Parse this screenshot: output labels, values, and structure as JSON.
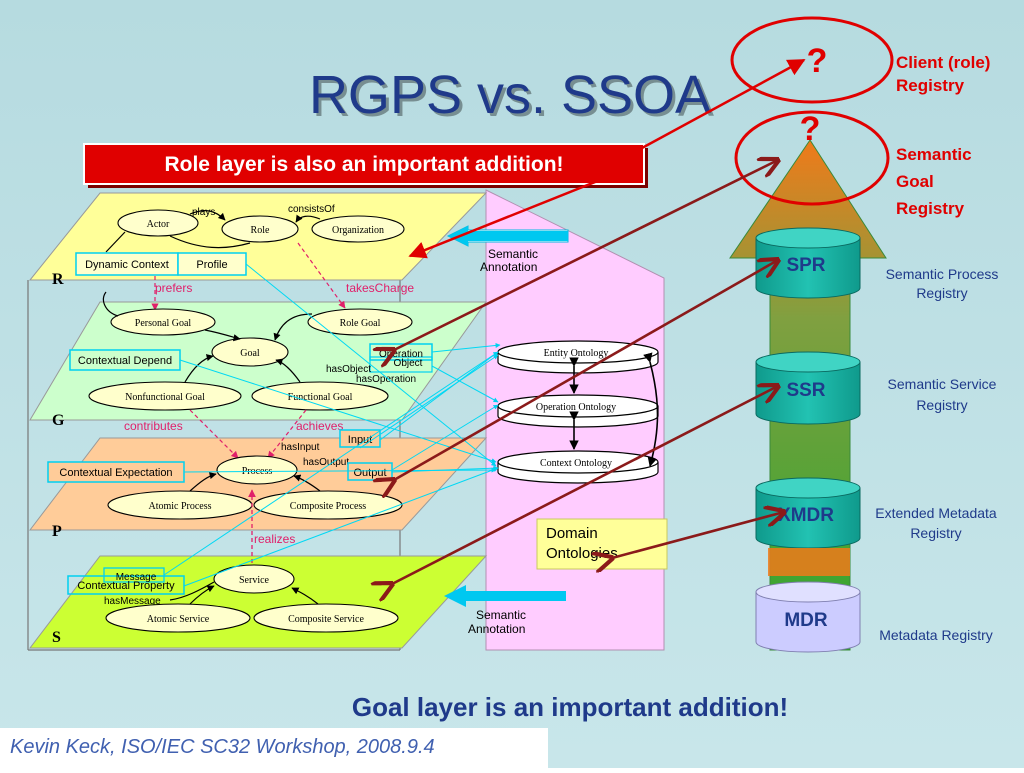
{
  "slide": {
    "title": "RGPS vs. SSOA",
    "role_callout": "Role layer is also an important addition!",
    "goal_callout": "Goal layer is an important addition!",
    "footer": "Kevin Keck, ISO/IEC SC32 Workshop, 2008.9.4"
  },
  "colors": {
    "background": "#bcdde2",
    "title": "#1f3a8a",
    "accent_red": "#e00000",
    "callout_bg": "#e00000",
    "layer_r": "#ffff99",
    "layer_g": "#ccffcc",
    "layer_p": "#ffcc99",
    "layer_s": "#ccff33",
    "ontology_panel": "#ffccff",
    "cylinder_teal": "#19b3a5",
    "mdr": "#ccccff",
    "arrow_dark_red": "#8b1a1a",
    "cyan_link": "#00e0ff",
    "blue_label": "#1f3a8a"
  },
  "rgps": {
    "layers": {
      "r": "R",
      "g": "G",
      "p": "P",
      "s": "S"
    },
    "r_layer": {
      "actor": "Actor",
      "role": "Role",
      "organization": "Organization",
      "plays": "plays",
      "consists_of": "consistsOf",
      "dynamic_context": "Dynamic Context",
      "profile": "Profile"
    },
    "g_layer": {
      "prefers": "prefers",
      "takes_charge": "takesCharge",
      "personal_goal": "Personal Goal",
      "role_goal": "Role Goal",
      "goal": "Goal",
      "contextual_depend": "Contextual Depend",
      "operation": "Operation",
      "object": "Object",
      "has_object": "hasObject",
      "has_operation": "hasOperation",
      "nonfunctional_goal": "Nonfunctional Goal",
      "functional_goal": "Functional Goal"
    },
    "p_layer": {
      "contributes": "contributes",
      "achieves": "achieves",
      "input": "Input",
      "has_input": "hasInput",
      "has_output": "hasOutput",
      "contextual_expectation": "Contextual Expectation",
      "process": "Process",
      "output": "Output",
      "atomic_process": "Atomic Process",
      "composite_process": "Composite Process"
    },
    "s_layer": {
      "realizes": "realizes",
      "message": "Message",
      "contextual_property": "Contextual Property",
      "has_message": "hasMessage",
      "service": "Service",
      "atomic_service": "Atomic Service",
      "composite_service": "Composite Service"
    },
    "semantic_annotation": "Semantic Annotation",
    "semantic_annotation_lines": [
      "Semantic",
      "Annotation"
    ],
    "ontologies": {
      "entity": "Entity Ontology",
      "operation": "Operation Ontology",
      "context": "Context Ontology"
    },
    "domain_ontologies": [
      "Domain",
      "Ontologies"
    ]
  },
  "ssoa": {
    "question_marks": [
      "?",
      "?"
    ],
    "client_registry": [
      "Client (role)",
      "Registry"
    ],
    "semantic_goal_registry": [
      "Semantic",
      "Goal",
      "Registry"
    ],
    "registries": [
      {
        "short": "SPR",
        "label": [
          "Semantic Process",
          "Registry"
        ]
      },
      {
        "short": "SSR",
        "label": [
          "Semantic Service",
          "Registry"
        ]
      },
      {
        "short": "XMDR",
        "label": [
          "Extended Metadata",
          "Registry"
        ]
      },
      {
        "short": "MDR",
        "label": [
          "Metadata Registry"
        ]
      }
    ]
  }
}
